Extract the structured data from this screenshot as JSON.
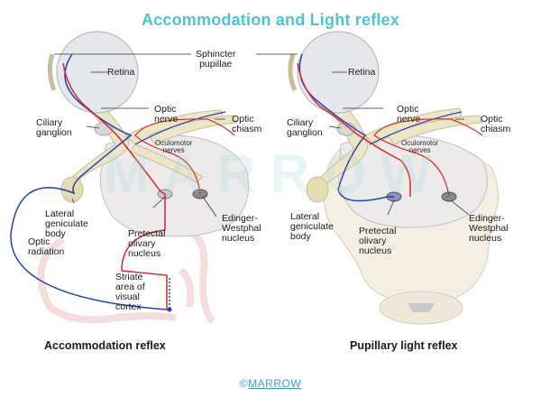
{
  "title": "Accommodation and Light reflex",
  "watermark": "MARROW",
  "colors": {
    "title": "#4ec3d3",
    "nerve_fill": "#ece5c6",
    "nerve_stroke": "#c8bd94",
    "red_pathway": "#d42a2a",
    "blue_pathway": "#2540b6",
    "brain_fill": "#f4efe2",
    "eye_fill": "#e5e7ea"
  },
  "left_panel": {
    "caption": "Accommodation reflex",
    "labels": {
      "sphincter": "Sphincter\npupillae",
      "retina": "Retina",
      "optic_nerve": "Optic\nnerve",
      "optic_chiasm": "Optic\nchiasm",
      "ciliary_ganglion": "Ciliary\nganglion",
      "oculomotor_nerves": "Oculomotor\nnerves",
      "lateral_geniculate": "Lateral\ngeniculate\nbody",
      "optic_radiation": "Optic\nradiation",
      "pretectal": "Pretectal\nolivary\nnucleus",
      "edinger": "Edinger-\nWestphal\nnucleus",
      "striate": "Striate\narea of\nvisual\ncortex"
    }
  },
  "right_panel": {
    "caption": "Pupillary light reflex",
    "labels": {
      "retina": "Retina",
      "optic_nerve": "Optic\nnerve",
      "optic_chiasm": "Optic\nchiasm",
      "ciliary_ganglion": "Ciliary\nganglion",
      "oculomotor_nerves": "Oculomotor\nnerves",
      "lateral_geniculate": "Lateral\ngeniculate\nbody",
      "pretectal": "Pretectal\nolivary\nnucleus",
      "edinger": "Edinger-\nWestphal\nnucleus"
    }
  },
  "footer": {
    "symbol": "©",
    "brand": "MARROW"
  }
}
